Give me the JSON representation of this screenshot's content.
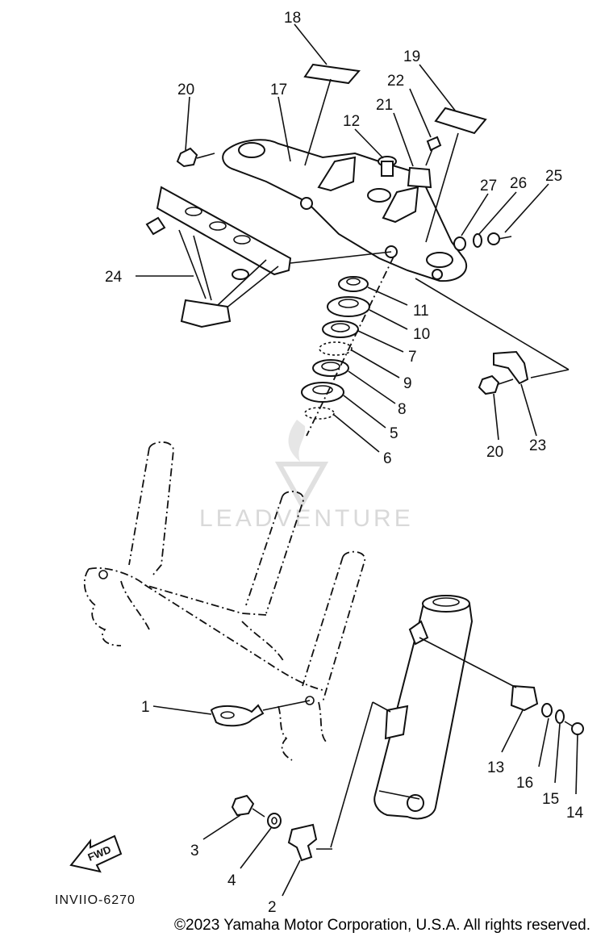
{
  "diagram": {
    "callouts": [
      "1",
      "2",
      "3",
      "4",
      "5",
      "6",
      "7",
      "8",
      "9",
      "10",
      "11",
      "12",
      "13",
      "14",
      "15",
      "16",
      "17",
      "18",
      "19",
      "20",
      "20",
      "21",
      "22",
      "23",
      "24",
      "25",
      "26",
      "27"
    ],
    "drawing_code": "INVIIO-6270",
    "fwd_label": "FWD",
    "watermark": "LEADVENTURE",
    "copyright": "©2023 Yamaha Motor Corporation, U.S.A. All rights reserved."
  }
}
